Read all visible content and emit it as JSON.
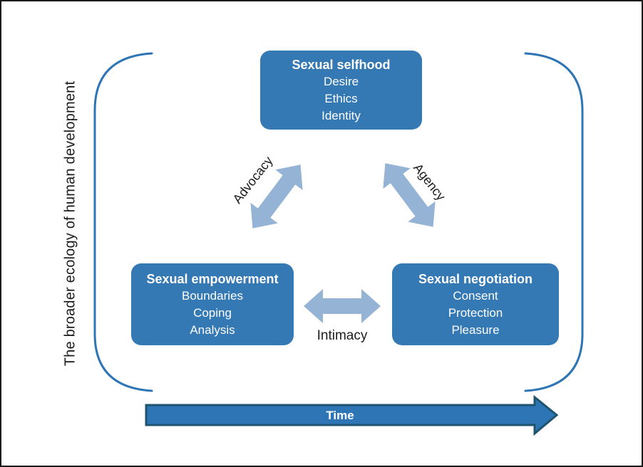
{
  "side_label": "The broader ecology of human development",
  "boxes": {
    "selfhood": {
      "title": "Sexual selfhood",
      "items": [
        "Desire",
        "Ethics",
        "Identity"
      ]
    },
    "empowerment": {
      "title": "Sexual empowerment",
      "items": [
        "Boundaries",
        "Coping",
        "Analysis"
      ]
    },
    "negotiation": {
      "title": "Sexual negotiation",
      "items": [
        "Consent",
        "Protection",
        "Pleasure"
      ]
    }
  },
  "links": {
    "advocacy": "Advocacy",
    "agency": "Agency",
    "intimacy": "Intimacy"
  },
  "timeline": {
    "label": "Time"
  },
  "colors": {
    "box_fill": "#3478b4",
    "connector_arrow": "#94b3d5",
    "time_arrow_fill": "#2e75b6",
    "time_arrow_border": "#1f546e",
    "bracket_stroke": "#2e75b6",
    "box_text": "#ffffff",
    "diagram_text": "#1c1c1c"
  }
}
